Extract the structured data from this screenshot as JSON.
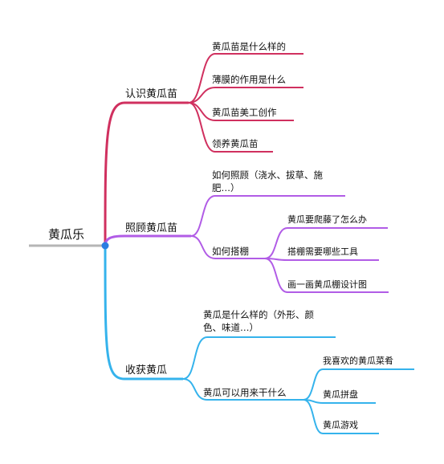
{
  "root": {
    "label": "黄瓜乐"
  },
  "colors": {
    "root_line": "#b5b5b5",
    "hub": "#2a7de1",
    "branch1": "#d0305f",
    "branch2": "#b15ce6",
    "branch3": "#35b3ec"
  },
  "branches": [
    {
      "label": "认识黄瓜苗",
      "children": [
        {
          "label": "黄瓜苗是什么样的"
        },
        {
          "label": "薄膜的作用是什么"
        },
        {
          "label": "黄瓜苗美工创作"
        },
        {
          "label": "领养黄瓜苗"
        }
      ]
    },
    {
      "label": "照顾黄瓜苗",
      "children": [
        {
          "label": "如何照顾（浇水、拔草、施肥…）"
        },
        {
          "label": "如何搭棚",
          "children": [
            {
              "label": "黄瓜要爬藤了怎么办"
            },
            {
              "label": "搭棚需要哪些工具"
            },
            {
              "label": "画一画黄瓜棚设计图"
            }
          ]
        }
      ]
    },
    {
      "label": "收获黄瓜",
      "children": [
        {
          "label": "黄瓜是什么样的（外形、颜色、味道…）"
        },
        {
          "label": "黄瓜可以用来干什么",
          "children": [
            {
              "label": "我喜欢的黄瓜菜肴"
            },
            {
              "label": "黄瓜拼盘"
            },
            {
              "label": "黄瓜游戏"
            }
          ]
        }
      ]
    }
  ]
}
